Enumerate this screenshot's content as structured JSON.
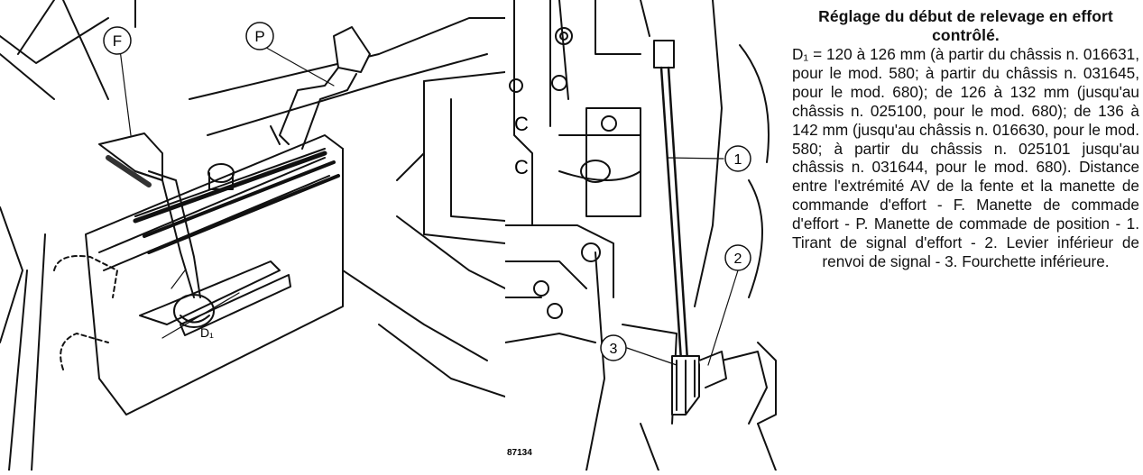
{
  "left_figure": {
    "callouts": [
      "F",
      "P"
    ],
    "dimension_label": "D₁"
  },
  "right_figure": {
    "callouts": [
      "1",
      "2",
      "3"
    ],
    "side_labels": [
      "C",
      "C"
    ],
    "ref_code": "87134"
  },
  "caption": {
    "title": "Réglage du début de relevage en effort contrôlé.",
    "body": "D₁ = 120 à 126 mm (à partir du châssis n. 016631, pour le mod. 580; à partir du châssis n. 031645, pour le mod. 680); de 126 à 132 mm (jusqu'au châssis n. 025100, pour le mod. 680); de 136 à 142 mm (jusqu'au châssis n. 016630, pour le mod. 580; à partir du châssis n. 025101 jusqu'au châssis n. 031644, pour le mod. 680). Distance entre l'extrémité AV de la fente et la manette de commande d'effort - F. Manette de commade d'effort - P. Manette de commade de position - 1. Tirant de signal d'effort - 2. Levier inférieur de renvoi de signal - 3. Fourchette inférieure."
  }
}
